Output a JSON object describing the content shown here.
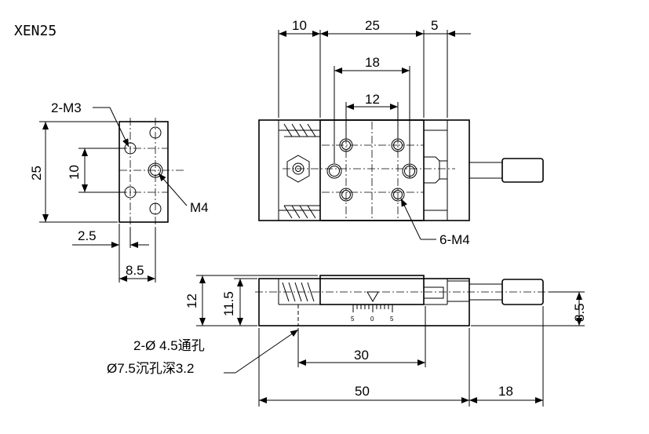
{
  "title": "XEN25",
  "labels": {
    "two_m3": "2-M3",
    "m4": "M4",
    "six_m4": "6-M4",
    "hole_note_1": "2-Ø 4.5通孔",
    "hole_note_2": "Ø7.5沉孔深3.2"
  },
  "dimensions": {
    "side_height": "25",
    "side_hole_pitch": "10",
    "side_offset": "2.5",
    "side_width": "8.5",
    "top_10": "10",
    "top_25": "25",
    "top_5": "5",
    "top_18": "18",
    "top_12": "12",
    "front_12": "12",
    "front_11_5": "11.5",
    "front_8_5": "8.5",
    "front_30": "30",
    "front_50": "50",
    "front_18": "18"
  },
  "scale": {
    "left": "5",
    "center": "0",
    "right": "5"
  }
}
